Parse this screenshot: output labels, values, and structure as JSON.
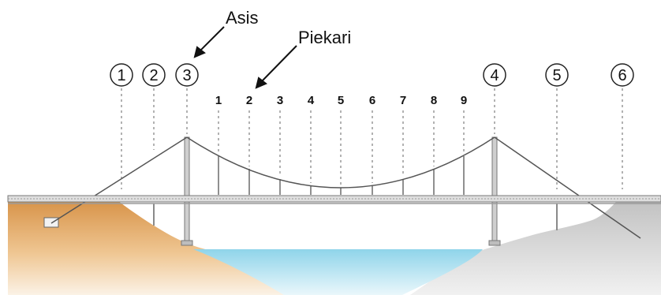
{
  "callouts": {
    "asis": "Asis",
    "piekari": "Piekari"
  },
  "support_labels": [
    "1",
    "2",
    "3",
    "4",
    "5",
    "6"
  ],
  "hanger_labels": [
    "1",
    "2",
    "3",
    "4",
    "5",
    "6",
    "7",
    "8",
    "9"
  ],
  "colors": {
    "ground_left": "#e3a862",
    "ground_right": "#d4d4d4",
    "water": "#a8dcec",
    "cable": "#555555",
    "deck": "#9a9a9a"
  }
}
